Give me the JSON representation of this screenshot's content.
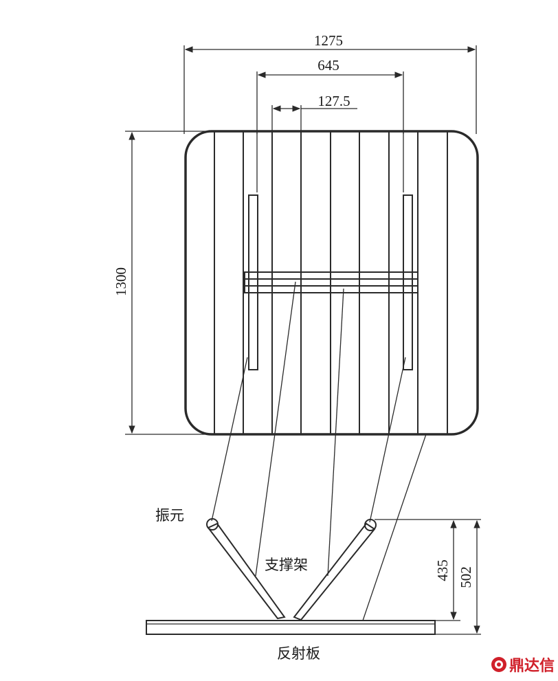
{
  "dimensions": {
    "overall_width": "1275",
    "inner_width": "645",
    "element_spacing": "127.5",
    "height": "1300",
    "dipole_height": "435",
    "total_depth": "502"
  },
  "labels": {
    "dipole": "振元",
    "support": "支撑架",
    "reflector": "反射板"
  },
  "watermark": {
    "text": "鼎达信",
    "color": "#d0202a"
  },
  "colors": {
    "line": "#2a2a2a",
    "background": "#ffffff"
  }
}
